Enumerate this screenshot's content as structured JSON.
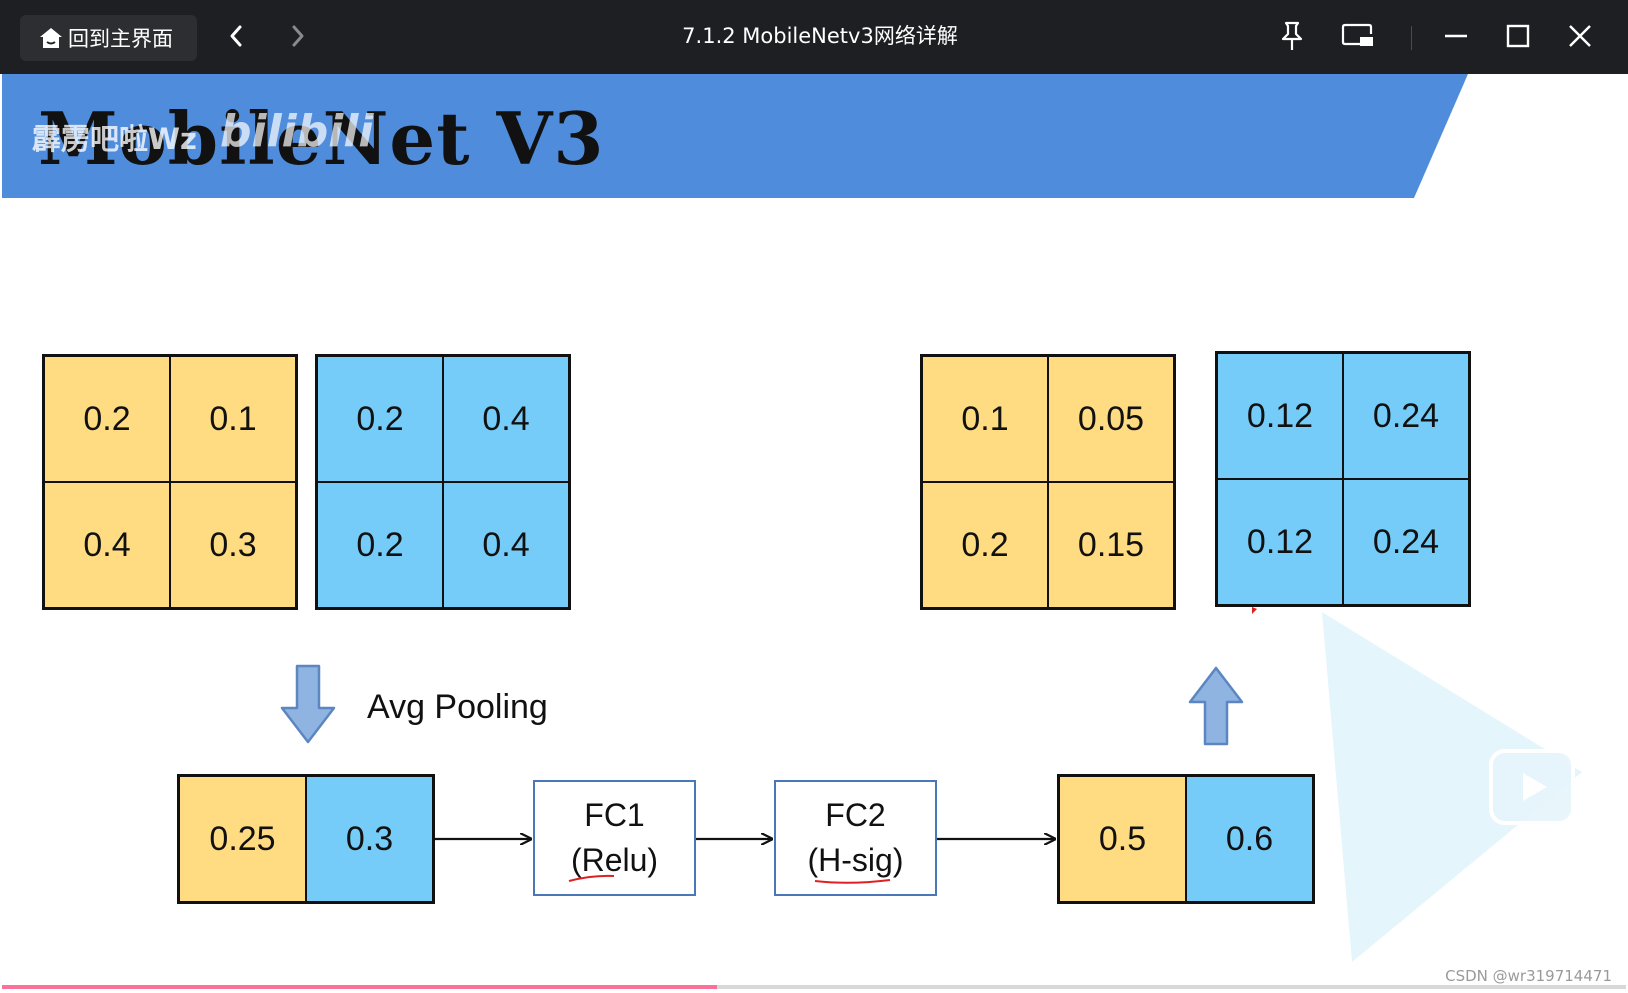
{
  "titlebar": {
    "home_label": "回到主界面",
    "title": "7.1.2 MobileNetv3网络详解"
  },
  "slide": {
    "title": "MobileNet V3",
    "watermark": "霹雳吧啦Wz",
    "watermark_logo": "bilibili",
    "input_yellow": [
      "0.2",
      "0.1",
      "0.4",
      "0.3"
    ],
    "input_blue": [
      "0.2",
      "0.4",
      "0.2",
      "0.4"
    ],
    "output_yellow": [
      "0.1",
      "0.05",
      "0.2",
      "0.15"
    ],
    "output_blue": [
      "0.12",
      "0.24",
      "0.12",
      "0.24"
    ],
    "avg_pooling_label": "Avg Pooling",
    "pooled": [
      "0.25",
      "0.3"
    ],
    "fc1": {
      "line1": "FC1",
      "line2": "(Relu)"
    },
    "fc2": {
      "line1": "FC2",
      "line2": "(H-sig)"
    },
    "scales": [
      "0.5",
      "0.6"
    ],
    "colors": {
      "yellow": "#ffdb82",
      "blue": "#75ccf8",
      "banner": "#4f8ddc"
    }
  },
  "credit": "CSDN @wr319714471",
  "progress": 0.44
}
